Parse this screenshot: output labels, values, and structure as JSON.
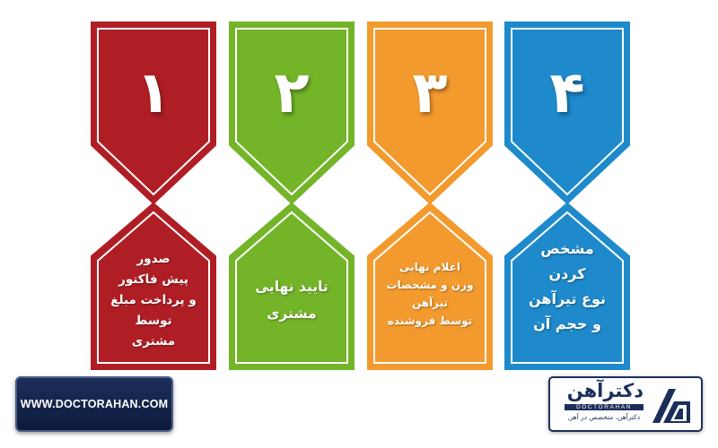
{
  "steps": [
    {
      "number": "۱",
      "label": "صدور\nپیش فاکتور\nو پرداخت مبلغ\nتوسط\nمشتری",
      "color": "#c0262d",
      "fill": "#b01e25"
    },
    {
      "number": "۲",
      "label": "تایید نهایی\nمشتری",
      "color": "#80c131",
      "fill": "#74b428"
    },
    {
      "number": "۳",
      "label": "اعلام نهایی\nوزن و مشخصات\nتیرآهن\nتوسط فروشنده",
      "color": "#f6a138",
      "fill": "#f39a2e"
    },
    {
      "number": "۴",
      "label": "مشخص\nکردن\nنوع تیرآهن\nو حجم آن",
      "color": "#2a94d2",
      "fill": "#1e8acb"
    }
  ],
  "footer": {
    "website": "WWW.DOCTORAHAN.COM",
    "logo_fa": "دکترآهن",
    "logo_en": "DOCTORAHAN",
    "logo_tagline": "دکترآهن، متخصص در آهن"
  }
}
